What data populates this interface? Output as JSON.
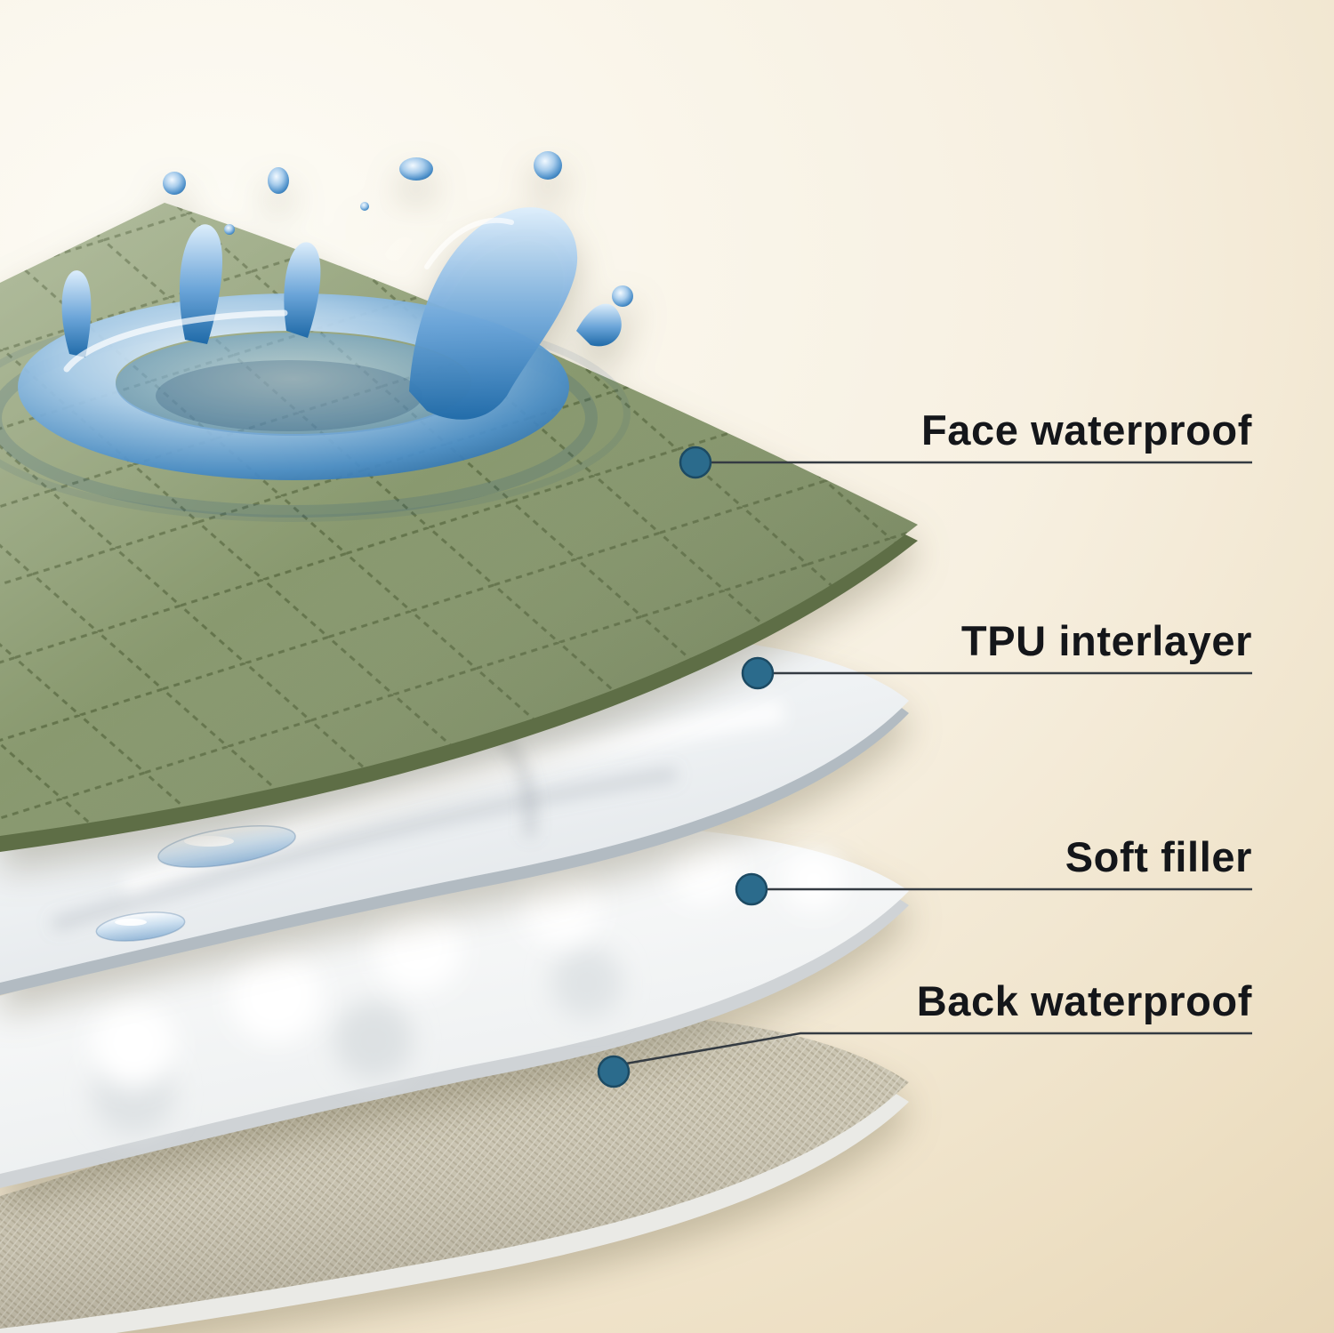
{
  "layers": [
    {
      "id": "face-waterproof",
      "label": "Face waterproof",
      "surface_color": "#8b9b71",
      "edge_color": "#5e6e46"
    },
    {
      "id": "tpu-interlayer",
      "label": "TPU interlayer",
      "surface_color": "#eef1f3",
      "edge_color": "#b2bbc2"
    },
    {
      "id": "soft-filler",
      "label": "Soft filler",
      "surface_color": "#ffffff",
      "edge_color": "#cfd3d6"
    },
    {
      "id": "back-waterproof",
      "label": "Back waterproof",
      "surface_color": "#cac4b1",
      "edge_color": "#eaeae6"
    }
  ],
  "callouts": {
    "dot_color": "#2b6b8c",
    "line_color": "#343b42",
    "text_color": "#14161a"
  },
  "background": {
    "gradient_start": "#fdfcf6",
    "gradient_end": "#e4d2b1"
  },
  "water": {
    "highlight": "#eaf4fc",
    "mid": "#5b9cd4",
    "deep": "#1d5e97"
  }
}
